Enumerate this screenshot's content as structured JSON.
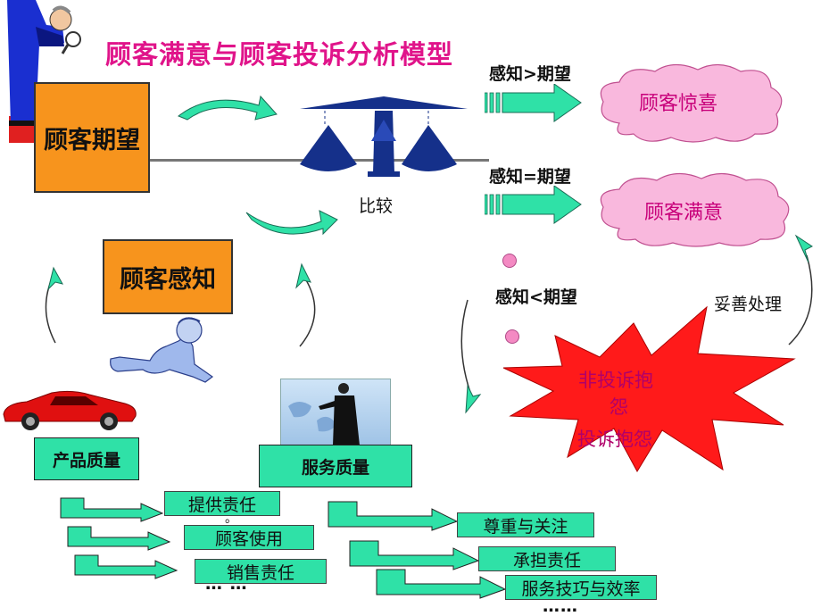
{
  "title": "顾客满意与顾客投诉分析模型",
  "boxes": {
    "expectation": "顾客期望",
    "perception": "顾客感知"
  },
  "compare_label": "比较",
  "conditions": {
    "greater": "感知>期望",
    "equal": "感知=期望",
    "less": "感知<期望"
  },
  "clouds": {
    "delight": "顾客惊喜",
    "satisfied": "顾客满意"
  },
  "burst": {
    "line1": "非投诉抱",
    "line2": "怨",
    "line3": "投诉抱怨"
  },
  "proper_handling": "妥善处理",
  "product_quality": {
    "label": "产品质量",
    "items": [
      "提供责任",
      "顾客使用",
      "销售责任"
    ],
    "dot": "。",
    "ellipsis": "… …"
  },
  "service_quality": {
    "label": "服务质量",
    "items": [
      "尊重与关注",
      "承担责任",
      "服务技巧与效率"
    ],
    "ellipsis": "……"
  },
  "colors": {
    "title": "#e0148a",
    "orange": "#f7941d",
    "green": "#2fe1a7",
    "cloud": "#f9b8dd",
    "burst": "#ff1a1a",
    "scale": "#15308a"
  },
  "icons": [
    "person-magnifier-icon",
    "scale-icon",
    "child-icon",
    "red-car-icon",
    "businessman-icon"
  ]
}
